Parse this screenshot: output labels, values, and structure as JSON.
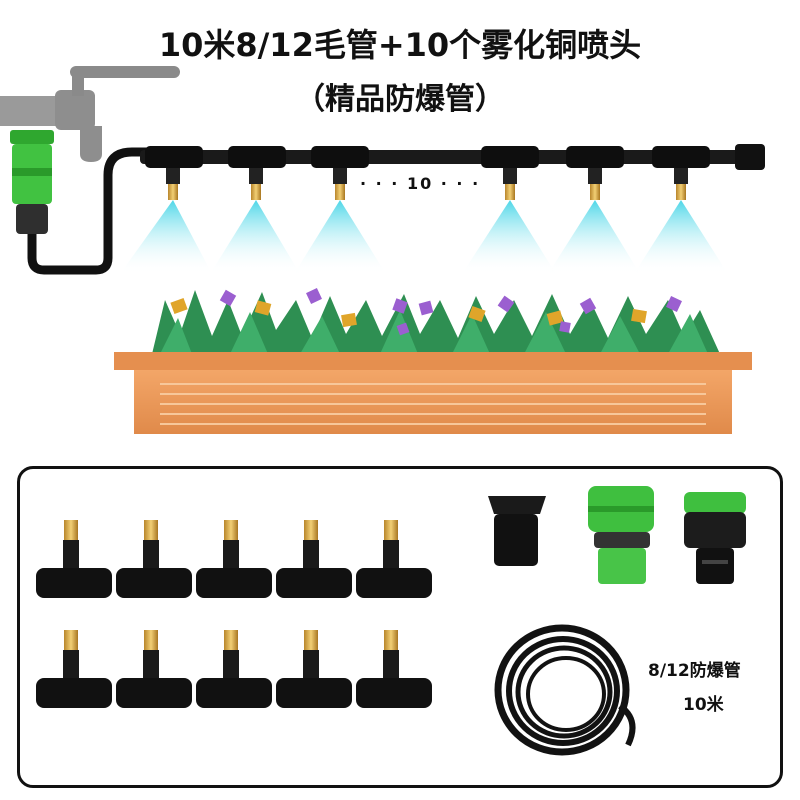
{
  "header": {
    "title": "10米8/12毛管+10个雾化铜喷头",
    "subtitle": "（精品防爆管）"
  },
  "diagram": {
    "nozzle_count_label": "· · · 10 · · ·"
  },
  "kit": {
    "hose_label_line1": "8/12防爆管",
    "hose_label_line2": "10米"
  },
  "colors": {
    "connector_green": "#3fbf3f",
    "spray_cyan": "#7fe6f0",
    "planter_orange": "#e8955a",
    "pipe_black": "#111111"
  }
}
